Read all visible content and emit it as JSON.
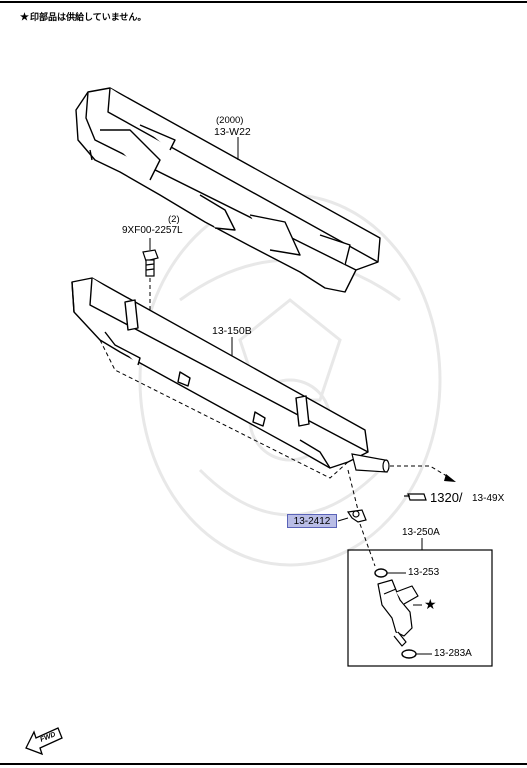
{
  "note": {
    "star": "★",
    "text": "印部品は供給していません。"
  },
  "labels": {
    "upper_qty": "(2000)",
    "upper_part": "13-W22",
    "bolt_qty": "(2)",
    "bolt_part": "9XF00-2257L",
    "rail_part": "13-150B",
    "ref_main": "1320/",
    "ref_sub": "13-49X",
    "highlight_part": "13-2412",
    "injector_kit": "13-250A",
    "oring_top": "13-253",
    "oring_bottom": "13-283A",
    "star_mark": "★",
    "fwd": "FWD"
  },
  "colors": {
    "highlight_fill": "#b9bde6",
    "highlight_border": "#5a63b8",
    "line": "#000000",
    "watermark": "#e6e6e6"
  }
}
